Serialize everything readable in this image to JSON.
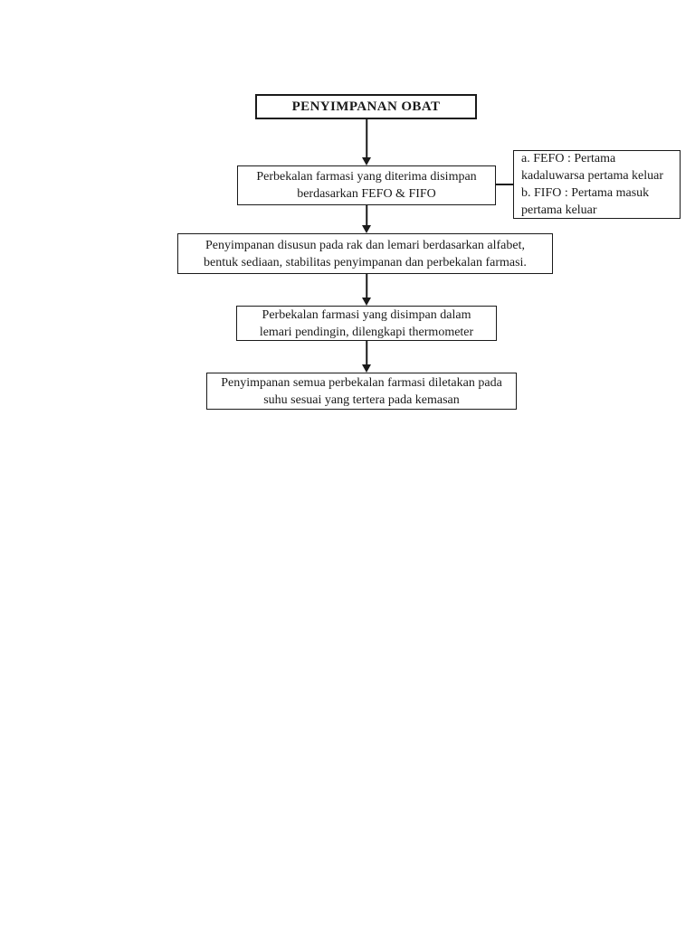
{
  "flowchart": {
    "title_node": {
      "text": "PENYIMPANAN OBAT"
    },
    "nodes": [
      {
        "id": "receive",
        "text": "Perbekalan farmasi yang diterima disimpan\nberdasarkan FEFO & FIFO"
      },
      {
        "id": "arrange",
        "text": "Penyimpanan disusun pada rak dan lemari berdasarkan alfabet,\nbentuk sediaan, stabilitas penyimpanan dan perbekalan farmasi."
      },
      {
        "id": "fridge",
        "text": "Perbekalan farmasi yang disimpan dalam\nlemari pendingin, dilengkapi thermometer"
      },
      {
        "id": "temperature",
        "text": "Penyimpanan semua perbekalan farmasi diletakan pada\nsuhu sesuai yang tertera pada kemasan"
      }
    ],
    "note_node": {
      "text": "a. FEFO : Pertama\nkadaluwarsa pertama keluar\nb. FIFO : Pertama masuk\npertama keluar"
    },
    "colors": {
      "border": "#1a1a1a",
      "text": "#1a1a1a",
      "page_background": "#ffffff"
    }
  }
}
